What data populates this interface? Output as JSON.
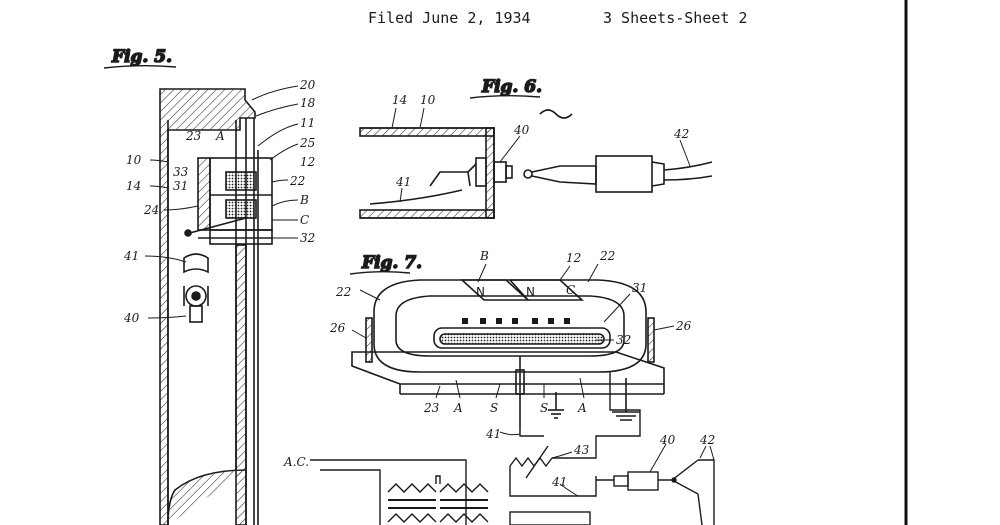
{
  "header": {
    "filed": "Filed June 2, 1934",
    "sheets": "3 Sheets-Sheet 2"
  },
  "figures": {
    "fig5": "Fig. 5.",
    "fig6": "Fig. 6.",
    "fig7": "Fig. 7."
  },
  "fig5_labels": [
    "20",
    "18",
    "11",
    "25",
    "12",
    "22",
    "B",
    "C",
    "32",
    "23",
    "A",
    "33",
    "31",
    "10",
    "14",
    "24",
    "41",
    "40"
  ],
  "fig6_labels": [
    "14",
    "10",
    "40",
    "42",
    "41"
  ],
  "fig7_labels": [
    "B",
    "12",
    "22",
    "22",
    "N",
    "N",
    "C",
    "31",
    "26",
    "26",
    "32",
    "23",
    "A",
    "S",
    "S",
    "A"
  ],
  "circuit_labels": [
    "41",
    "43",
    "41",
    "40",
    "42",
    "A.C."
  ]
}
